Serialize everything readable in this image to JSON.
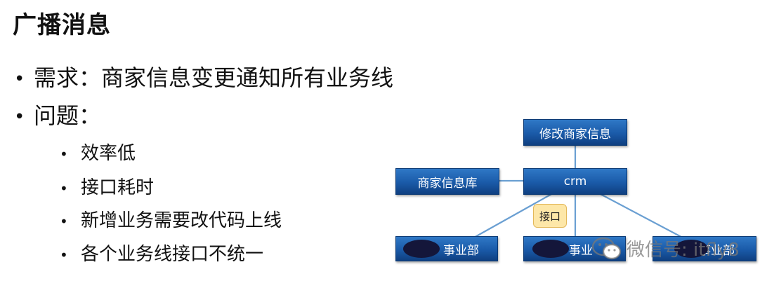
{
  "slide": {
    "title": "广播消息",
    "bullets": [
      {
        "text": "需求：商家信息变更通知所有业务线"
      },
      {
        "text": "问题："
      }
    ],
    "sub_bullets": [
      {
        "text": "效率低"
      },
      {
        "text": "接口耗时"
      },
      {
        "text": "新增业务需要改代码上线"
      },
      {
        "text": "各个业务线接口不统一"
      }
    ]
  },
  "diagram": {
    "nodes": {
      "modify": "修改商家信息",
      "db": "商家信息库",
      "crm": "crm",
      "bu1": "事业部",
      "bu2": "事业",
      "bu3": "事业部"
    },
    "edge_label": "接口",
    "colors": {
      "node": "#1a5aa8",
      "edge": "#6a9fd2",
      "iface_bg": "#fde7a8"
    }
  },
  "watermark": {
    "text": "微信号: itfly8",
    "icon": "wechat-icon"
  }
}
